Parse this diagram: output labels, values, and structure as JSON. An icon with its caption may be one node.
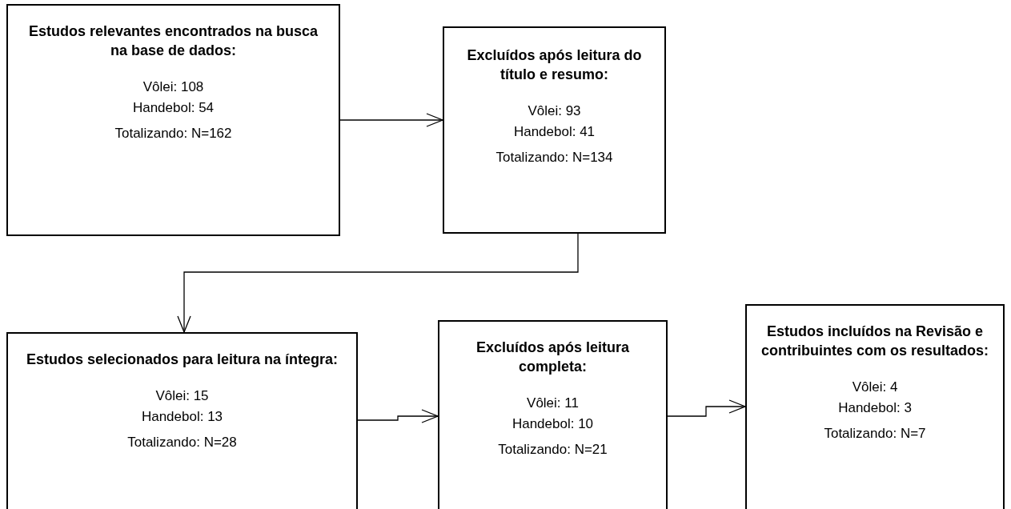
{
  "diagram": {
    "nodes": [
      {
        "text": [
          "Estudos relevantes encontrados na busca na base de dados:",
          "Vôlei: 108",
          "Handebol: 54",
          "Totalizando: N=162"
        ]
      },
      {
        "text": [
          "Excluídos após leitura do título e resumo:",
          "Vôlei: 93",
          "Handebol: 41",
          "Totalizando: N=134"
        ]
      },
      {
        "text": [
          "Estudos selecionados para leitura na íntegra:",
          "Vôlei: 15",
          "Handebol: 13",
          "Totalizando: N=28"
        ]
      },
      {
        "text": [
          "Excluídos após leitura completa:",
          "Vôlei: 11",
          "Handebol: 10",
          "Totalizando: N=21"
        ]
      },
      {
        "text": [
          "Estudos incluídos na Revisão e contribuintes com os resultados:",
          "Vôlei: 4",
          "Handebol: 3",
          "Totalizando: N=7"
        ]
      }
    ],
    "edges": [
      {
        "from": 0,
        "to": 1,
        "arrow": "to"
      },
      {
        "from": 1,
        "to": 2,
        "arrow": "to"
      },
      {
        "from": 2,
        "to": 3,
        "arrow": "to"
      },
      {
        "from": 3,
        "to": 4,
        "arrow": "to"
      }
    ]
  }
}
